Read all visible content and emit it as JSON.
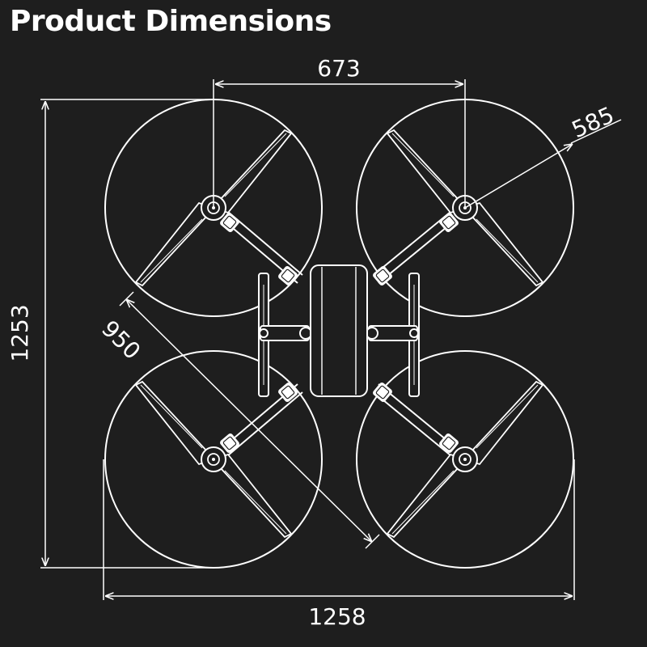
{
  "title": "Product Dimensions",
  "colors": {
    "background": "#1e1e1e",
    "line": "#ffffff"
  },
  "dimensions": {
    "motor_spacing": "673",
    "prop_span": "585",
    "diagonal": "950",
    "height": "1253",
    "width": "1258"
  }
}
